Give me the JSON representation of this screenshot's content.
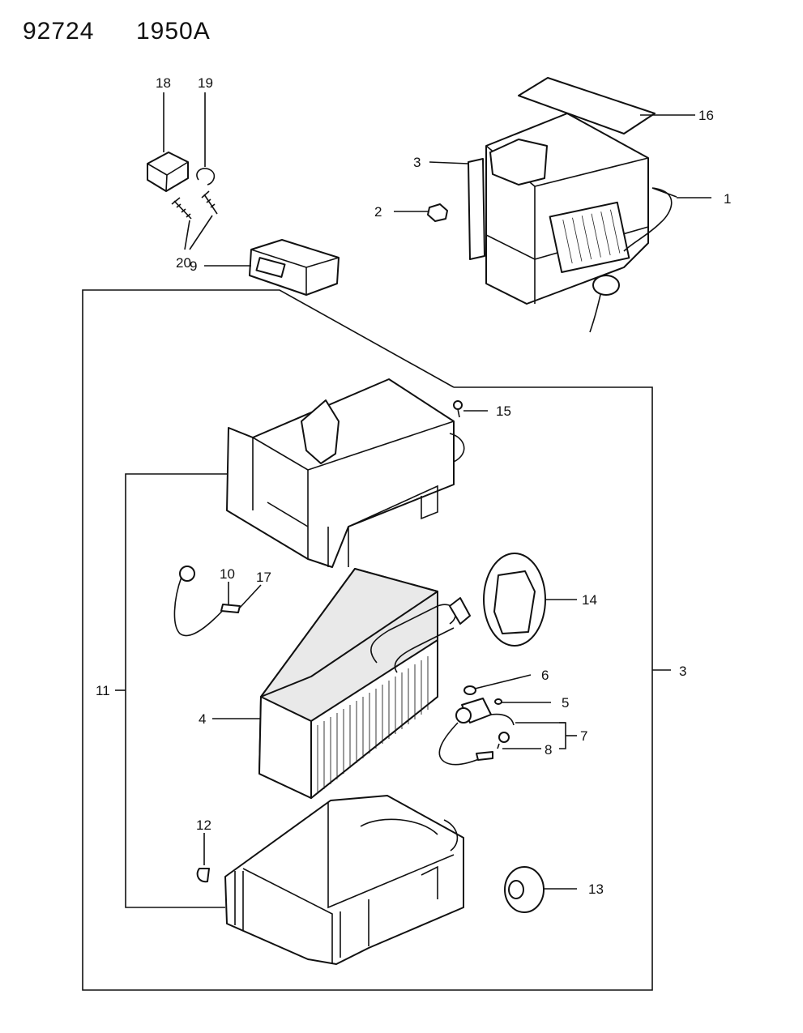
{
  "header": {
    "catalog_number": "92724",
    "figure_code": "1950A"
  },
  "callouts": [
    {
      "id": "c1",
      "label": "1"
    },
    {
      "id": "c2",
      "label": "2"
    },
    {
      "id": "c3a",
      "label": "3"
    },
    {
      "id": "c3b",
      "label": "3"
    },
    {
      "id": "c4",
      "label": "4"
    },
    {
      "id": "c5",
      "label": "5"
    },
    {
      "id": "c6",
      "label": "6"
    },
    {
      "id": "c7",
      "label": "7"
    },
    {
      "id": "c8",
      "label": "8"
    },
    {
      "id": "c9",
      "label": "9"
    },
    {
      "id": "c10",
      "label": "10"
    },
    {
      "id": "c11",
      "label": "11"
    },
    {
      "id": "c12",
      "label": "12"
    },
    {
      "id": "c13",
      "label": "13"
    },
    {
      "id": "c14",
      "label": "14"
    },
    {
      "id": "c15",
      "label": "15"
    },
    {
      "id": "c16",
      "label": "16"
    },
    {
      "id": "c17",
      "label": "17"
    },
    {
      "id": "c18",
      "label": "18"
    },
    {
      "id": "c19",
      "label": "19"
    },
    {
      "id": "c20",
      "label": "20"
    }
  ]
}
